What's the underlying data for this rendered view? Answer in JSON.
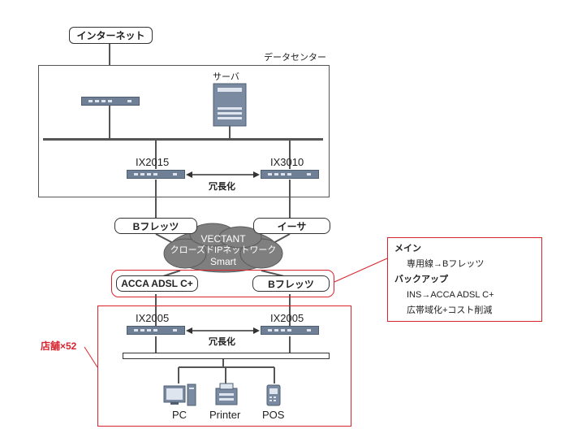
{
  "internet": "インターネット",
  "datacenter_label": "データセンター",
  "server_label": "サーバ",
  "routers": {
    "dc_left": "IX2015",
    "dc_right": "IX3010",
    "shop_left": "IX2005",
    "shop_right": "IX2005"
  },
  "redundancy_top": "冗長化",
  "redundancy_bottom": "冗長化",
  "lines": {
    "b_flets_top": "Bフレッツ",
    "isa": "イーサ",
    "acca": "ACCA ADSL C+",
    "b_flets_bottom": "Bフレッツ"
  },
  "cloud": {
    "line1": "VECTANT",
    "line2": "クローズドIPネットワーク",
    "line3": "Smart"
  },
  "store_count": "店舗×52",
  "endpoints": {
    "pc": "PC",
    "printer": "Printer",
    "pos": "POS"
  },
  "callout": {
    "main_title": "メイン",
    "main_detail": "専用線→Bフレッツ",
    "backup_title": "バックアップ",
    "backup_detail1": "INS→ACCA ADSL C+",
    "backup_detail2": "広帯域化+コスト削減"
  },
  "colors": {
    "accent_red": "#d9232d",
    "device_blue": "#6f7f95",
    "cloud_gray": "#808080"
  }
}
